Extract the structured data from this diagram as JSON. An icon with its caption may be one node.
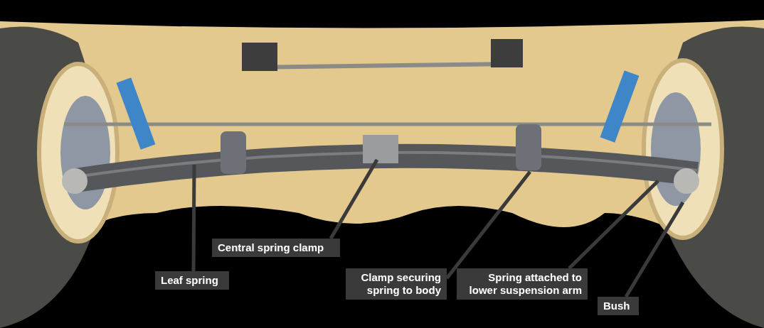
{
  "diagram": {
    "nodes": [
      {
        "text": [
          "Leaf spring"
        ]
      },
      {
        "text": [
          "Central spring clamp"
        ]
      },
      {
        "text": [
          "Clamp securing spring to body"
        ]
      },
      {
        "text": [
          "Spring attached to lower suspension arm"
        ]
      },
      {
        "text": [
          "Bush"
        ]
      }
    ],
    "edges": [
      {
        "from": 0,
        "to": null,
        "arrow": "none"
      },
      {
        "from": 1,
        "to": null,
        "arrow": "none"
      },
      {
        "from": 2,
        "to": null,
        "arrow": "none"
      },
      {
        "from": 3,
        "to": null,
        "arrow": "none"
      },
      {
        "from": 4,
        "to": null,
        "arrow": "none"
      }
    ]
  }
}
